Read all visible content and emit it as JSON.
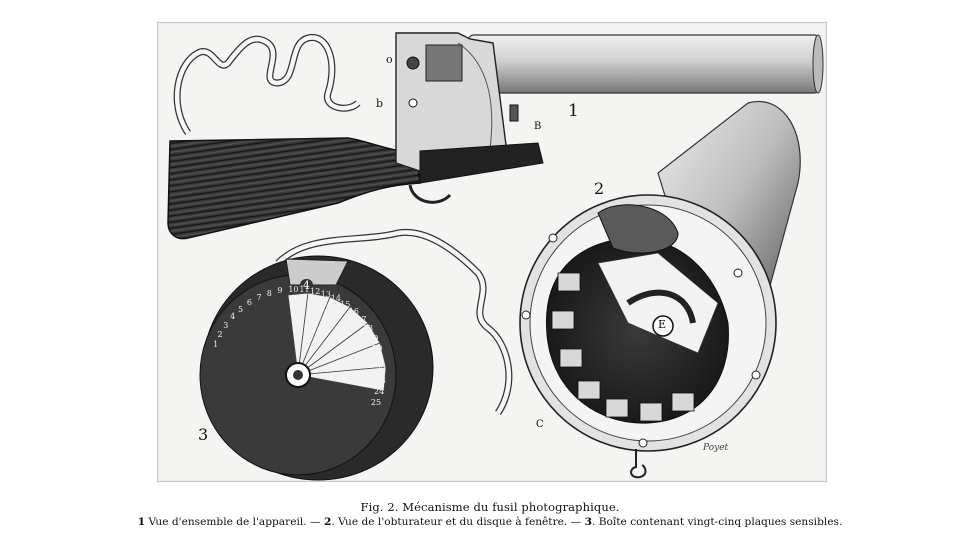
{
  "figure": {
    "caption_title": "Fig. 2. Mécanisme du fusil photographique.",
    "caption_items": [
      {
        "num": "1",
        "text": "Vue d'ensemble de l'appareil."
      },
      {
        "num": "2",
        "text": "Vue de l'obturateur et du disque à fenêtre."
      },
      {
        "num": "3",
        "text": "Boîte contenant vingt-cinq plaques sensibles."
      }
    ],
    "caption_separator": "—",
    "labels": {
      "view1": "1",
      "view2": "2",
      "view3": "3",
      "part_o": "o",
      "part_b": "b",
      "part_B": "B",
      "part_E": "E",
      "part_C": "C",
      "box_number": "4",
      "signature": "Poyet"
    },
    "plate_numbers": [
      "1",
      "2",
      "3",
      "4",
      "5",
      "6",
      "7",
      "8",
      "9",
      "10",
      "11",
      "12",
      "13",
      "14",
      "15",
      "16",
      "17",
      "18",
      "19",
      "20",
      "21",
      "22",
      "23",
      "24",
      "25"
    ]
  }
}
